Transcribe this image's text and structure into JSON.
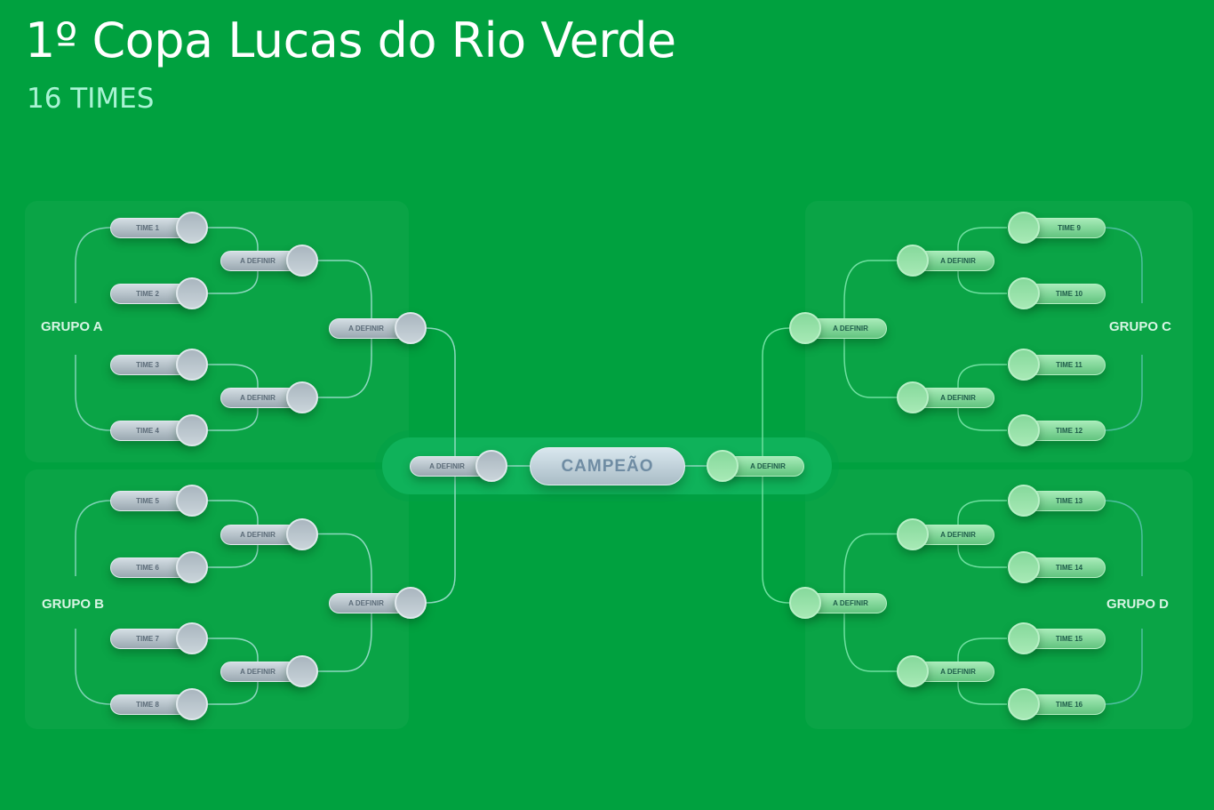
{
  "header": {
    "title": "1º Copa Lucas do Rio Verde",
    "subtitle": "16 TIMES"
  },
  "groups": [
    "GRUPO A",
    "GRUPO B",
    "GRUPO C",
    "GRUPO D"
  ],
  "teams": [
    "TIME 1",
    "TIME 2",
    "TIME 3",
    "TIME 4",
    "TIME 5",
    "TIME 6",
    "TIME 7",
    "TIME 8",
    "TIME 9",
    "TIME 10",
    "TIME 11",
    "TIME 12",
    "TIME 13",
    "TIME 14",
    "TIME 15",
    "TIME 16"
  ],
  "placeholder": "A DEFINIR",
  "champion": "CAMPEÃO",
  "colors": {
    "background": "#00a13f",
    "left_bracket": "#9aa8b1",
    "right_bracket": "#62c47f"
  }
}
